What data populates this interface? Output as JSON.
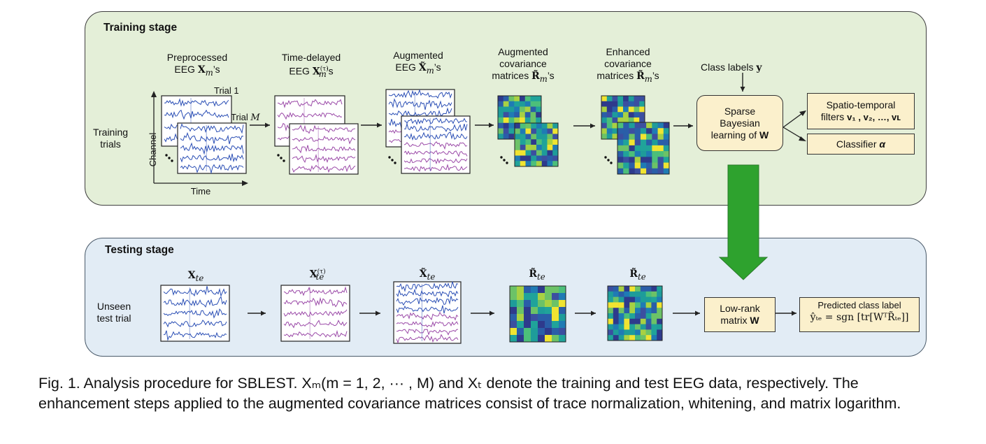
{
  "training": {
    "title": "Training stage",
    "row_label": "Training\ntrials",
    "axis_y": "Channel",
    "axis_x": "Time",
    "trial_first": "Trial 1",
    "trial_last_prefix": "Trial ",
    "trial_last_var": "M",
    "steps": [
      {
        "line1": "Preprocessed",
        "line2": "EEG ",
        "sym": "X",
        "sub": "m",
        "sup": "",
        "tail": "’s"
      },
      {
        "line1": "Time-delayed",
        "line2": "EEG ",
        "sym": "X",
        "sub": "m",
        "sup": "(τ)",
        "tail": "’s"
      },
      {
        "line1": "Augmented",
        "line2": "EEG ",
        "sym": "X̃",
        "sub": "m",
        "sup": "",
        "tail": "’s"
      },
      {
        "line1": "Augmented",
        "line1b": "covariance",
        "line2": "matrices ",
        "sym": "R̃",
        "sub": "m",
        "sup": "",
        "tail": "’s"
      },
      {
        "line1": "Enhanced",
        "line1b": "covariance",
        "line2": "matrices ",
        "sym": "R̃",
        "sub": "m",
        "sup": "",
        "tail": "’s"
      }
    ],
    "class_labels": "Class labels ",
    "class_labels_sym": "y",
    "sbl": {
      "line1": "Sparse",
      "line2": "Bayesian",
      "line3": "learning of ",
      "sym": "W"
    },
    "filters": {
      "line1": "Spatio-temporal",
      "line2": "filters ",
      "formula": "v₁ , v₂, …, vʟ"
    },
    "classifier": {
      "text": "Classifier ",
      "sym": "α"
    }
  },
  "testing": {
    "title": "Testing stage",
    "row_label": "Unseen\ntest trial",
    "steps": [
      {
        "sym": "X",
        "sub": "te",
        "sup": ""
      },
      {
        "sym": "X",
        "sub": "te",
        "sup": "(τ)"
      },
      {
        "sym": "X̃",
        "sub": "te",
        "sup": ""
      },
      {
        "sym": "R̃",
        "sub": "te",
        "sup": ""
      },
      {
        "sym": "R̃",
        "sub": "te",
        "sup": ""
      }
    ],
    "lowrank": {
      "line1": "Low-rank",
      "line2": "matrix ",
      "sym": "W"
    },
    "predicted": {
      "title": "Predicted class label",
      "formula": "ŷₜₑ = sgn [tr[WᵀR̃ₜₑ]]"
    }
  },
  "caption": "Fig. 1.  Analysis procedure for SBLEST. Xₘ(m = 1, 2, ··· , M) and Xₜ denote the training and test EEG data, respectively. The enhancement steps applied to the augmented covariance matrices consist of trace normalization, whitening, and matrix logarithm.",
  "colors": {
    "train_bg": "#e4efd8",
    "test_bg": "#e2ecf5",
    "box_fill": "#fbf0cc",
    "eeg_blue": "#2b4fb5",
    "eeg_purple": "#9b4aa8",
    "arrow_green": "#2ea22e"
  },
  "icons": [
    "ellipsis-icon",
    "arrow-right-icon",
    "big-down-arrow-icon"
  ]
}
